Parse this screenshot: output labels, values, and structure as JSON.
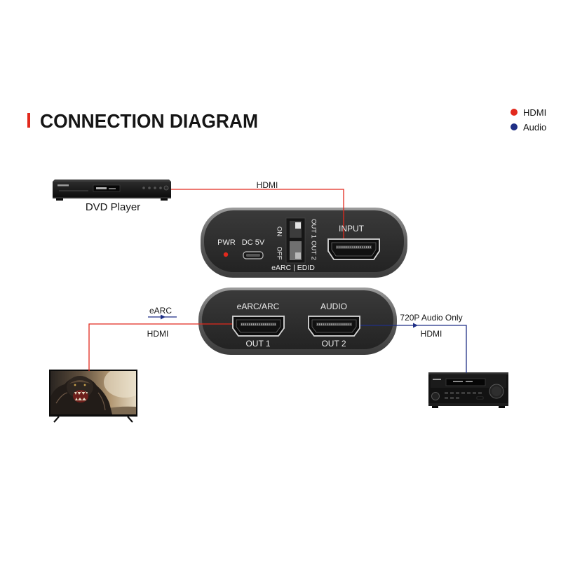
{
  "title": "CONNECTION DIAGRAM",
  "colors": {
    "accent": "#e2291d",
    "hdmi": "#e2291d",
    "audio": "#1f2f86",
    "led": "#e2291d"
  },
  "legend": [
    {
      "label": "HDMI",
      "color": "#e2291d"
    },
    {
      "label": "Audio",
      "color": "#1f2f86"
    }
  ],
  "source": {
    "label": "DVD Player",
    "icon": "dvd-player-icon"
  },
  "input_link": {
    "label": "HDMI"
  },
  "device_top": {
    "pwr": "PWR",
    "dc_in": "DC 5V",
    "switch_on": "ON",
    "switch_off": "OFF",
    "switch_out1": "OUT 1",
    "switch_out2": "OUT 2",
    "switch_caption": "eARC | EDID",
    "input": "INPUT"
  },
  "device_bottom": {
    "port1_label": "eARC/ARC",
    "port1_name": "OUT 1",
    "port2_label": "AUDIO",
    "port2_name": "OUT 2"
  },
  "out1_link": {
    "return_label": "eARC",
    "label": "HDMI",
    "target_icon": "tv-icon"
  },
  "out2_link": {
    "note": "720P Audio Only",
    "label": "HDMI",
    "target_icon": "av-receiver-icon"
  },
  "icons": [
    "dvd-player-icon",
    "tv-icon",
    "av-receiver-icon",
    "hdmi-port-icon",
    "micro-usb-port-icon",
    "power-led-icon",
    "dip-switch-icon",
    "arrow-right-icon"
  ]
}
